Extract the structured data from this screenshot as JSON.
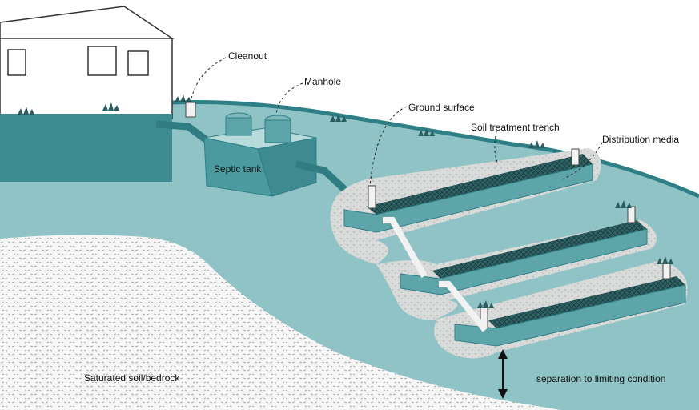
{
  "labels": {
    "cleanout": "Cleanout",
    "manhole": "Manhole",
    "ground_surface": "Ground surface",
    "soil_treatment_trench": "Soil treatment trench",
    "distribution_media": "Distribution media",
    "septic_tank": "Septic tank",
    "saturated_soil": "Saturated soil/bedrock",
    "separation": "separation to limiting condition"
  },
  "colors": {
    "soil": "#8fc3c5",
    "dark_teal": "#2f7f86",
    "pipe": "#2f7c83",
    "bedrock": "#f2f2f2",
    "gravel": "#dcdcdc",
    "mesh": "#2d5b5e",
    "house": "#ffffff"
  }
}
